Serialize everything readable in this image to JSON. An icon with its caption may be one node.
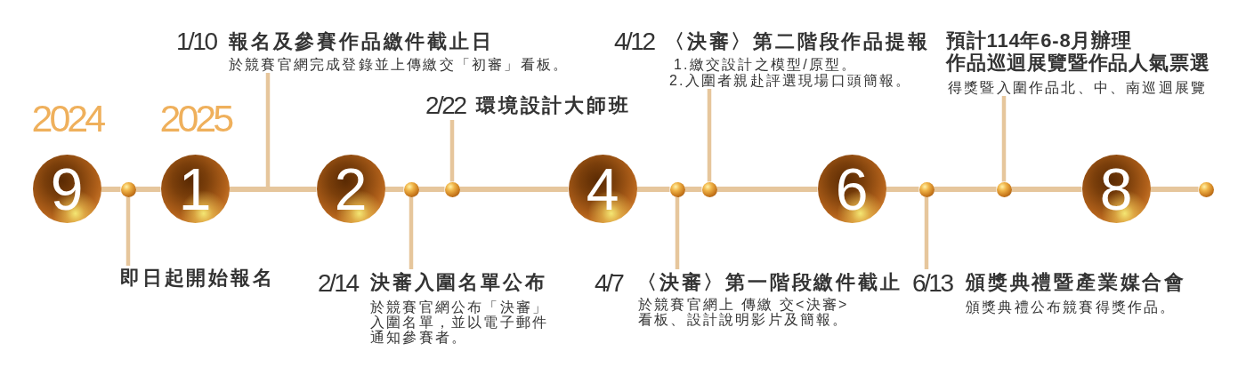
{
  "diagram": {
    "nodes": [
      {
        "text": [
          "9"
        ],
        "beside": [
          "2024"
        ]
      },
      {
        "text": [],
        "shape": "circle"
      },
      {
        "text": [
          "即日起開始報名"
        ]
      },
      {
        "text": [
          "1"
        ],
        "beside": [
          "2025"
        ]
      },
      {
        "text": [
          "1/10",
          "報名及參賽作品繳件截止日",
          "於競賽官網完成登錄並上傳繳交「初審」看板。"
        ]
      },
      {
        "text": [
          "2"
        ]
      },
      {
        "text": [],
        "shape": "circle"
      },
      {
        "text": [
          "2/14",
          "決審入圍名單公布",
          "於競賽官網公布「決審」入圍名單，並以電子郵件通知參賽者。"
        ]
      },
      {
        "text": [],
        "shape": "circle"
      },
      {
        "text": [
          "2/22",
          "環境設計大師班"
        ]
      },
      {
        "text": [
          "4"
        ]
      },
      {
        "text": [],
        "shape": "circle"
      },
      {
        "text": [
          "4/7",
          "〈決審〉第一階段繳件截止",
          "於競賽官網上 傳繳 交<決審>看板、設計說明影片及簡報。"
        ]
      },
      {
        "text": [],
        "shape": "circle"
      },
      {
        "text": [
          "4/12",
          "〈決審〉第二階段作品提報",
          "1.繳交設計之模型/原型。",
          "2.入圍者親赴評選現場口頭簡報。"
        ]
      },
      {
        "text": [
          "6"
        ]
      },
      {
        "text": [],
        "shape": "circle"
      },
      {
        "text": [
          "6/13",
          "頒獎典禮暨產業媒合會",
          "頒獎典禮公布競賽得獎作品。"
        ]
      },
      {
        "text": [],
        "shape": "circle"
      },
      {
        "text": [
          "預計114年6-8月辦理",
          "作品巡迴展覽暨作品人氣票選",
          "得獎暨入圍作品北、中、南巡迴展覽"
        ]
      },
      {
        "text": [
          "8"
        ]
      },
      {
        "text": [],
        "shape": "circle"
      }
    ],
    "edges": [
      {
        "from": 0,
        "to": 1,
        "arrow": "none"
      },
      {
        "from": 1,
        "to": 3,
        "arrow": "none"
      },
      {
        "from": 3,
        "to": 5,
        "arrow": "none"
      },
      {
        "from": 5,
        "to": 6,
        "arrow": "none"
      },
      {
        "from": 6,
        "to": 8,
        "arrow": "none"
      },
      {
        "from": 8,
        "to": 10,
        "arrow": "none"
      },
      {
        "from": 10,
        "to": 11,
        "arrow": "none"
      },
      {
        "from": 11,
        "to": 13,
        "arrow": "none"
      },
      {
        "from": 13,
        "to": 15,
        "arrow": "none"
      },
      {
        "from": 15,
        "to": 16,
        "arrow": "none"
      },
      {
        "from": 16,
        "to": 18,
        "arrow": "none"
      },
      {
        "from": 18,
        "to": 20,
        "arrow": "none"
      },
      {
        "from": 20,
        "to": 21,
        "arrow": "none"
      },
      {
        "from": 2,
        "to": 1,
        "arrow": "none"
      },
      {
        "from": 4,
        "to": null,
        "arrow": "none"
      },
      {
        "from": 7,
        "to": 6,
        "arrow": "none"
      },
      {
        "from": 9,
        "to": 8,
        "arrow": "none"
      },
      {
        "from": 12,
        "to": 11,
        "arrow": "none"
      },
      {
        "from": 14,
        "to": 13,
        "arrow": "none"
      },
      {
        "from": 17,
        "to": 16,
        "arrow": "none"
      },
      {
        "from": 19,
        "to": 18,
        "arrow": "none"
      }
    ]
  }
}
